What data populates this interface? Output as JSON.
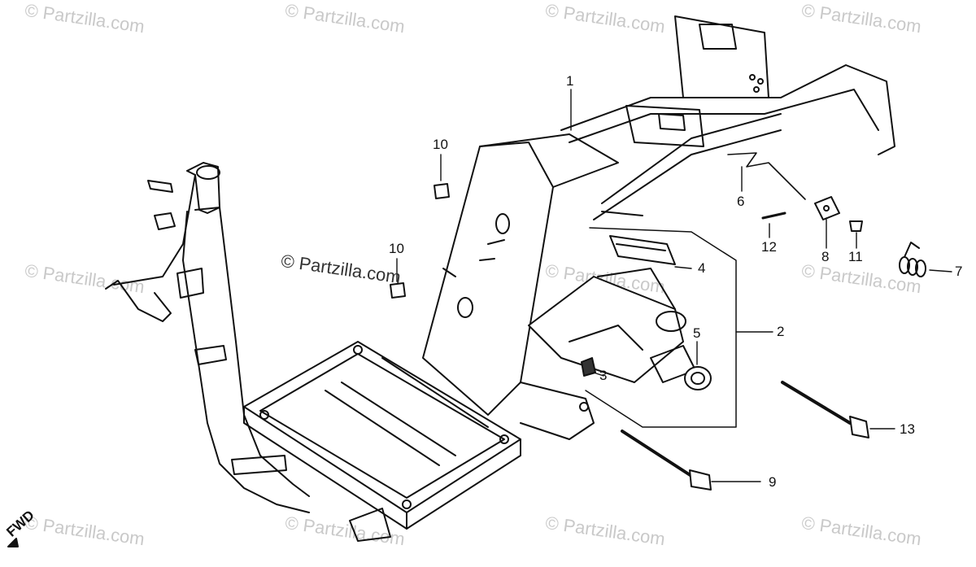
{
  "watermark_text": "© Partzilla.com",
  "center_watermark": "© Partzilla.com",
  "direction_label": "FWD",
  "callouts": {
    "c1": "1",
    "c2": "2",
    "c3": "3",
    "c4": "4",
    "c5": "5",
    "c6": "6",
    "c7": "7",
    "c8": "8",
    "c9": "9",
    "c10a": "10",
    "c10b": "10",
    "c11": "11",
    "c12": "12",
    "c13": "13"
  },
  "colors": {
    "line": "#111111",
    "watermark": "#c9c9c9",
    "background": "#ffffff"
  }
}
